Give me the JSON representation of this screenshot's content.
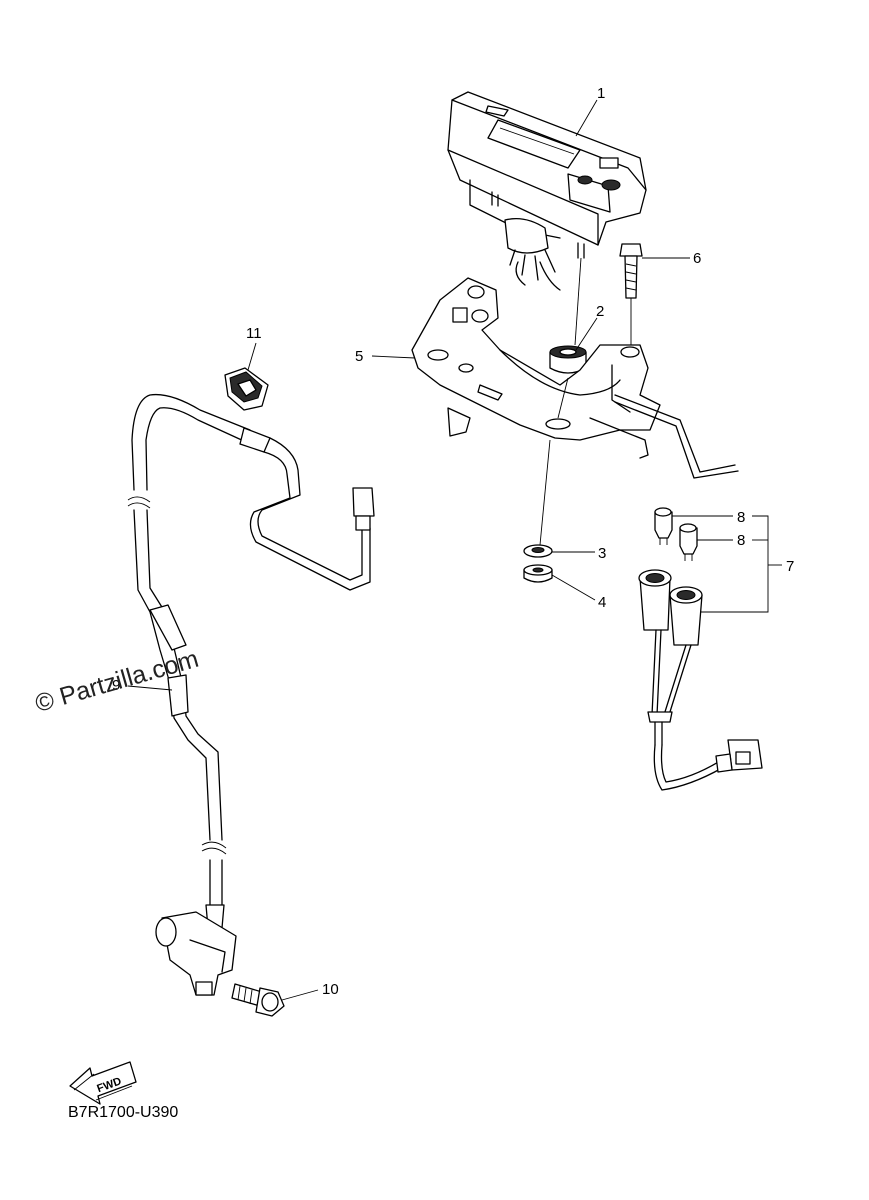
{
  "diagram": {
    "callouts": [
      {
        "id": "1",
        "label": "1"
      },
      {
        "id": "2",
        "label": "2"
      },
      {
        "id": "3",
        "label": "3"
      },
      {
        "id": "4",
        "label": "4"
      },
      {
        "id": "5",
        "label": "5"
      },
      {
        "id": "6",
        "label": "6"
      },
      {
        "id": "7",
        "label": "7"
      },
      {
        "id": "8a",
        "label": "8"
      },
      {
        "id": "8b",
        "label": "8"
      },
      {
        "id": "9",
        "label": "9"
      },
      {
        "id": "10",
        "label": "10"
      },
      {
        "id": "11",
        "label": "11"
      }
    ],
    "fwd_label": "FWD",
    "document_code": "B7R1700-U390",
    "watermark": "© Partzilla.com"
  }
}
